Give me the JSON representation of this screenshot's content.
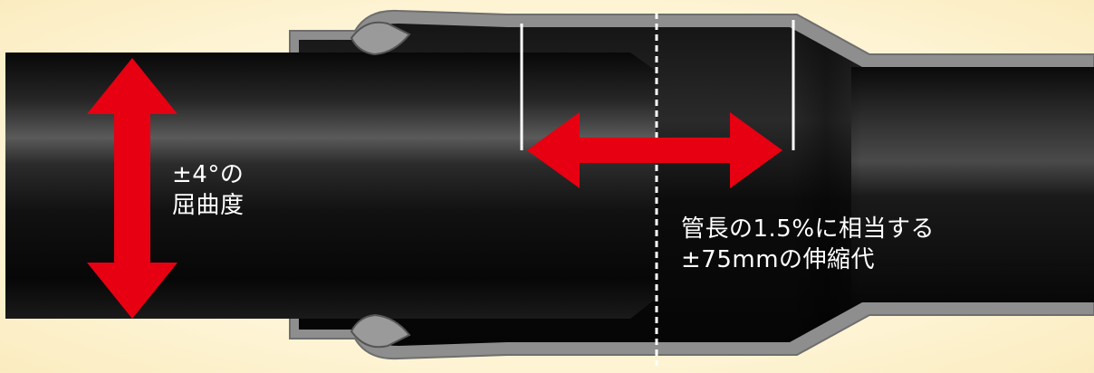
{
  "diagram": {
    "labels": {
      "bend_line1": "±4°の",
      "bend_line2": "屈曲度",
      "expansion_line1": "管長の1.5%に相当する",
      "expansion_line2": "±75mmの伸縮代"
    },
    "colors": {
      "background": "#fff7dc",
      "pipe_dark": "#0d0d0d",
      "pipe_highlight": "#5a5a5a",
      "socket_gray": "#8c8c8c",
      "arrow_red": "#e60012",
      "guide_white": "#ffffff"
    }
  }
}
